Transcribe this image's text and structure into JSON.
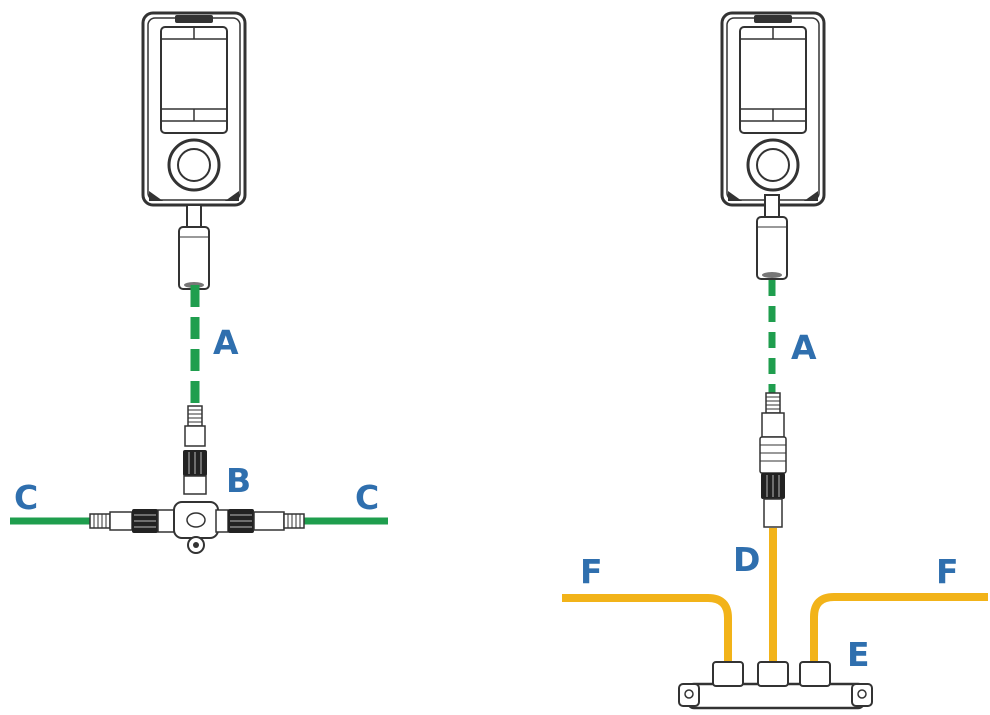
{
  "colors": {
    "nmea2000_cable": "#1f9e4e",
    "simnet_cable": "#f2b319",
    "label": "#2f6fae",
    "device_outline": "#333333"
  },
  "left_diagram": {
    "device": "controller-device",
    "labels": {
      "drop_cable": "A",
      "t_connector": "B",
      "backbone_left": "C",
      "backbone_right": "C"
    }
  },
  "right_diagram": {
    "device": "controller-device",
    "labels": {
      "drop_cable": "A",
      "adapter_cable": "D",
      "hub": "E",
      "cable_left": "F",
      "cable_right": "F"
    }
  }
}
